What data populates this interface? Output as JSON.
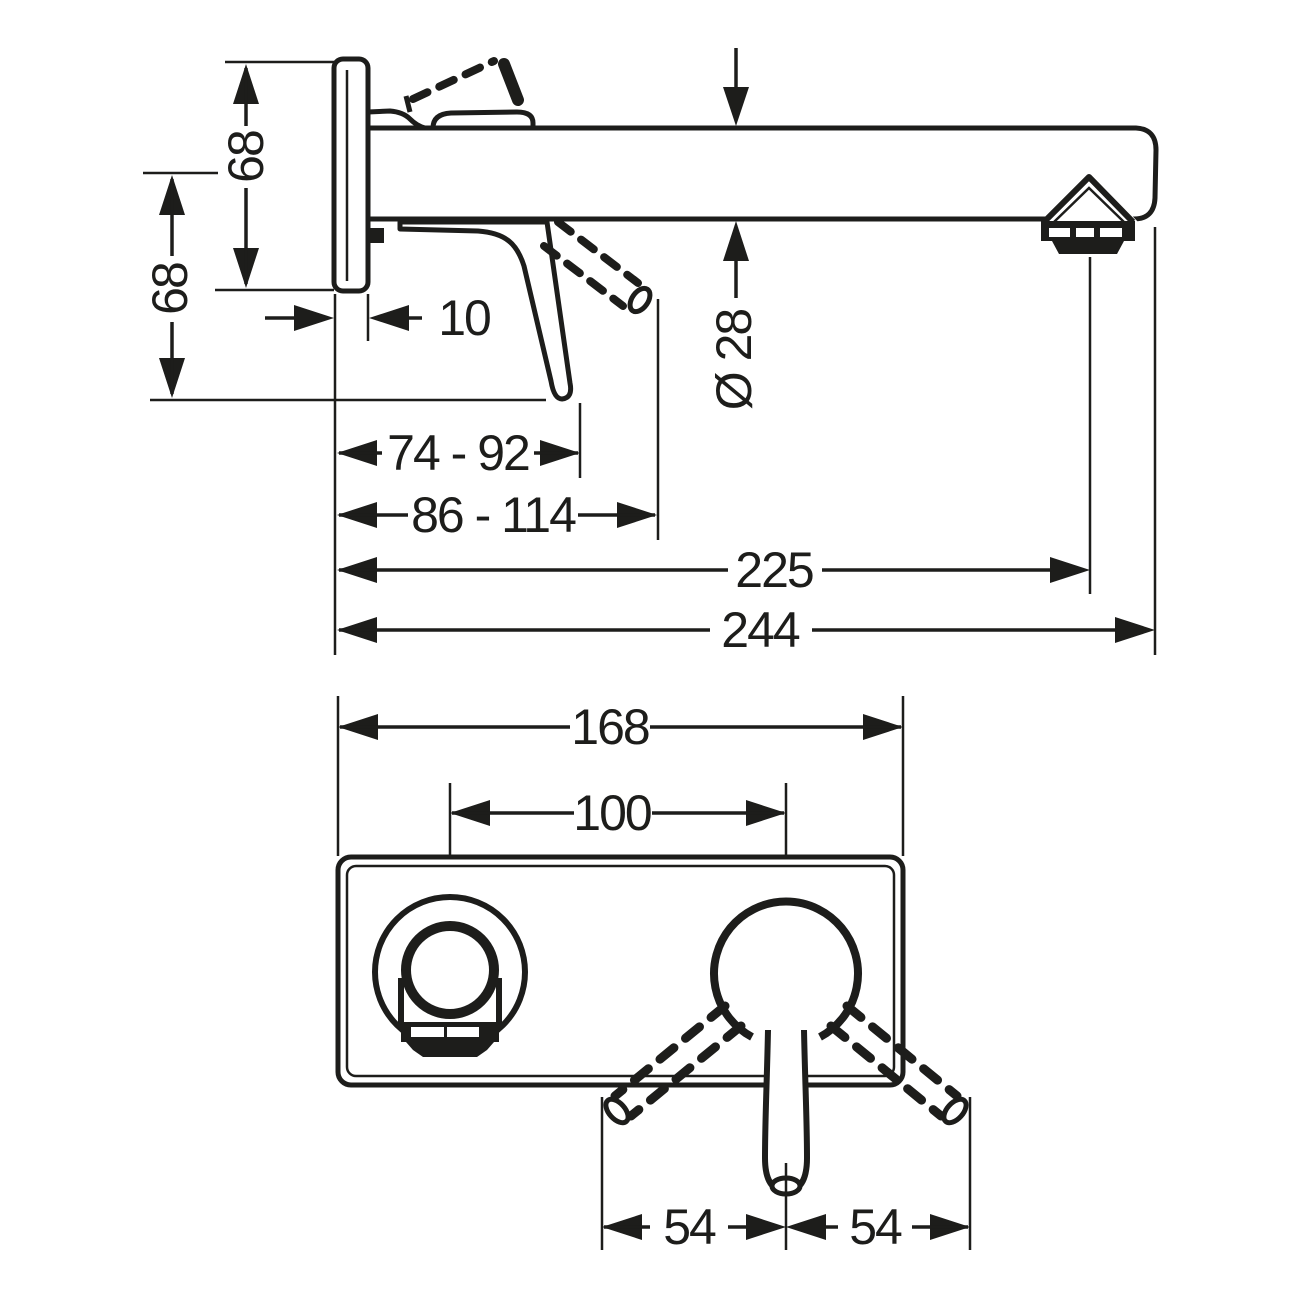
{
  "colors": {
    "line": "#1d1d1b",
    "background": "#ffffff"
  },
  "drawing": {
    "kind": "technical dimension drawing",
    "subject": "wall-mounted single-lever basin mixer, side view (top) and front view (bottom)",
    "units": "mm"
  },
  "side_view": {
    "height_upper": "68",
    "height_lower": "68",
    "plate_thickness": "10",
    "handle_range_min": "74 - 92",
    "handle_range_max": "86 - 114",
    "spout_reach": "225",
    "total_length": "244",
    "spout_diameter": "Ø 28"
  },
  "front_view": {
    "plate_width": "168",
    "hole_centers": "100",
    "lever_swing_left": "54",
    "lever_swing_right": "54"
  }
}
